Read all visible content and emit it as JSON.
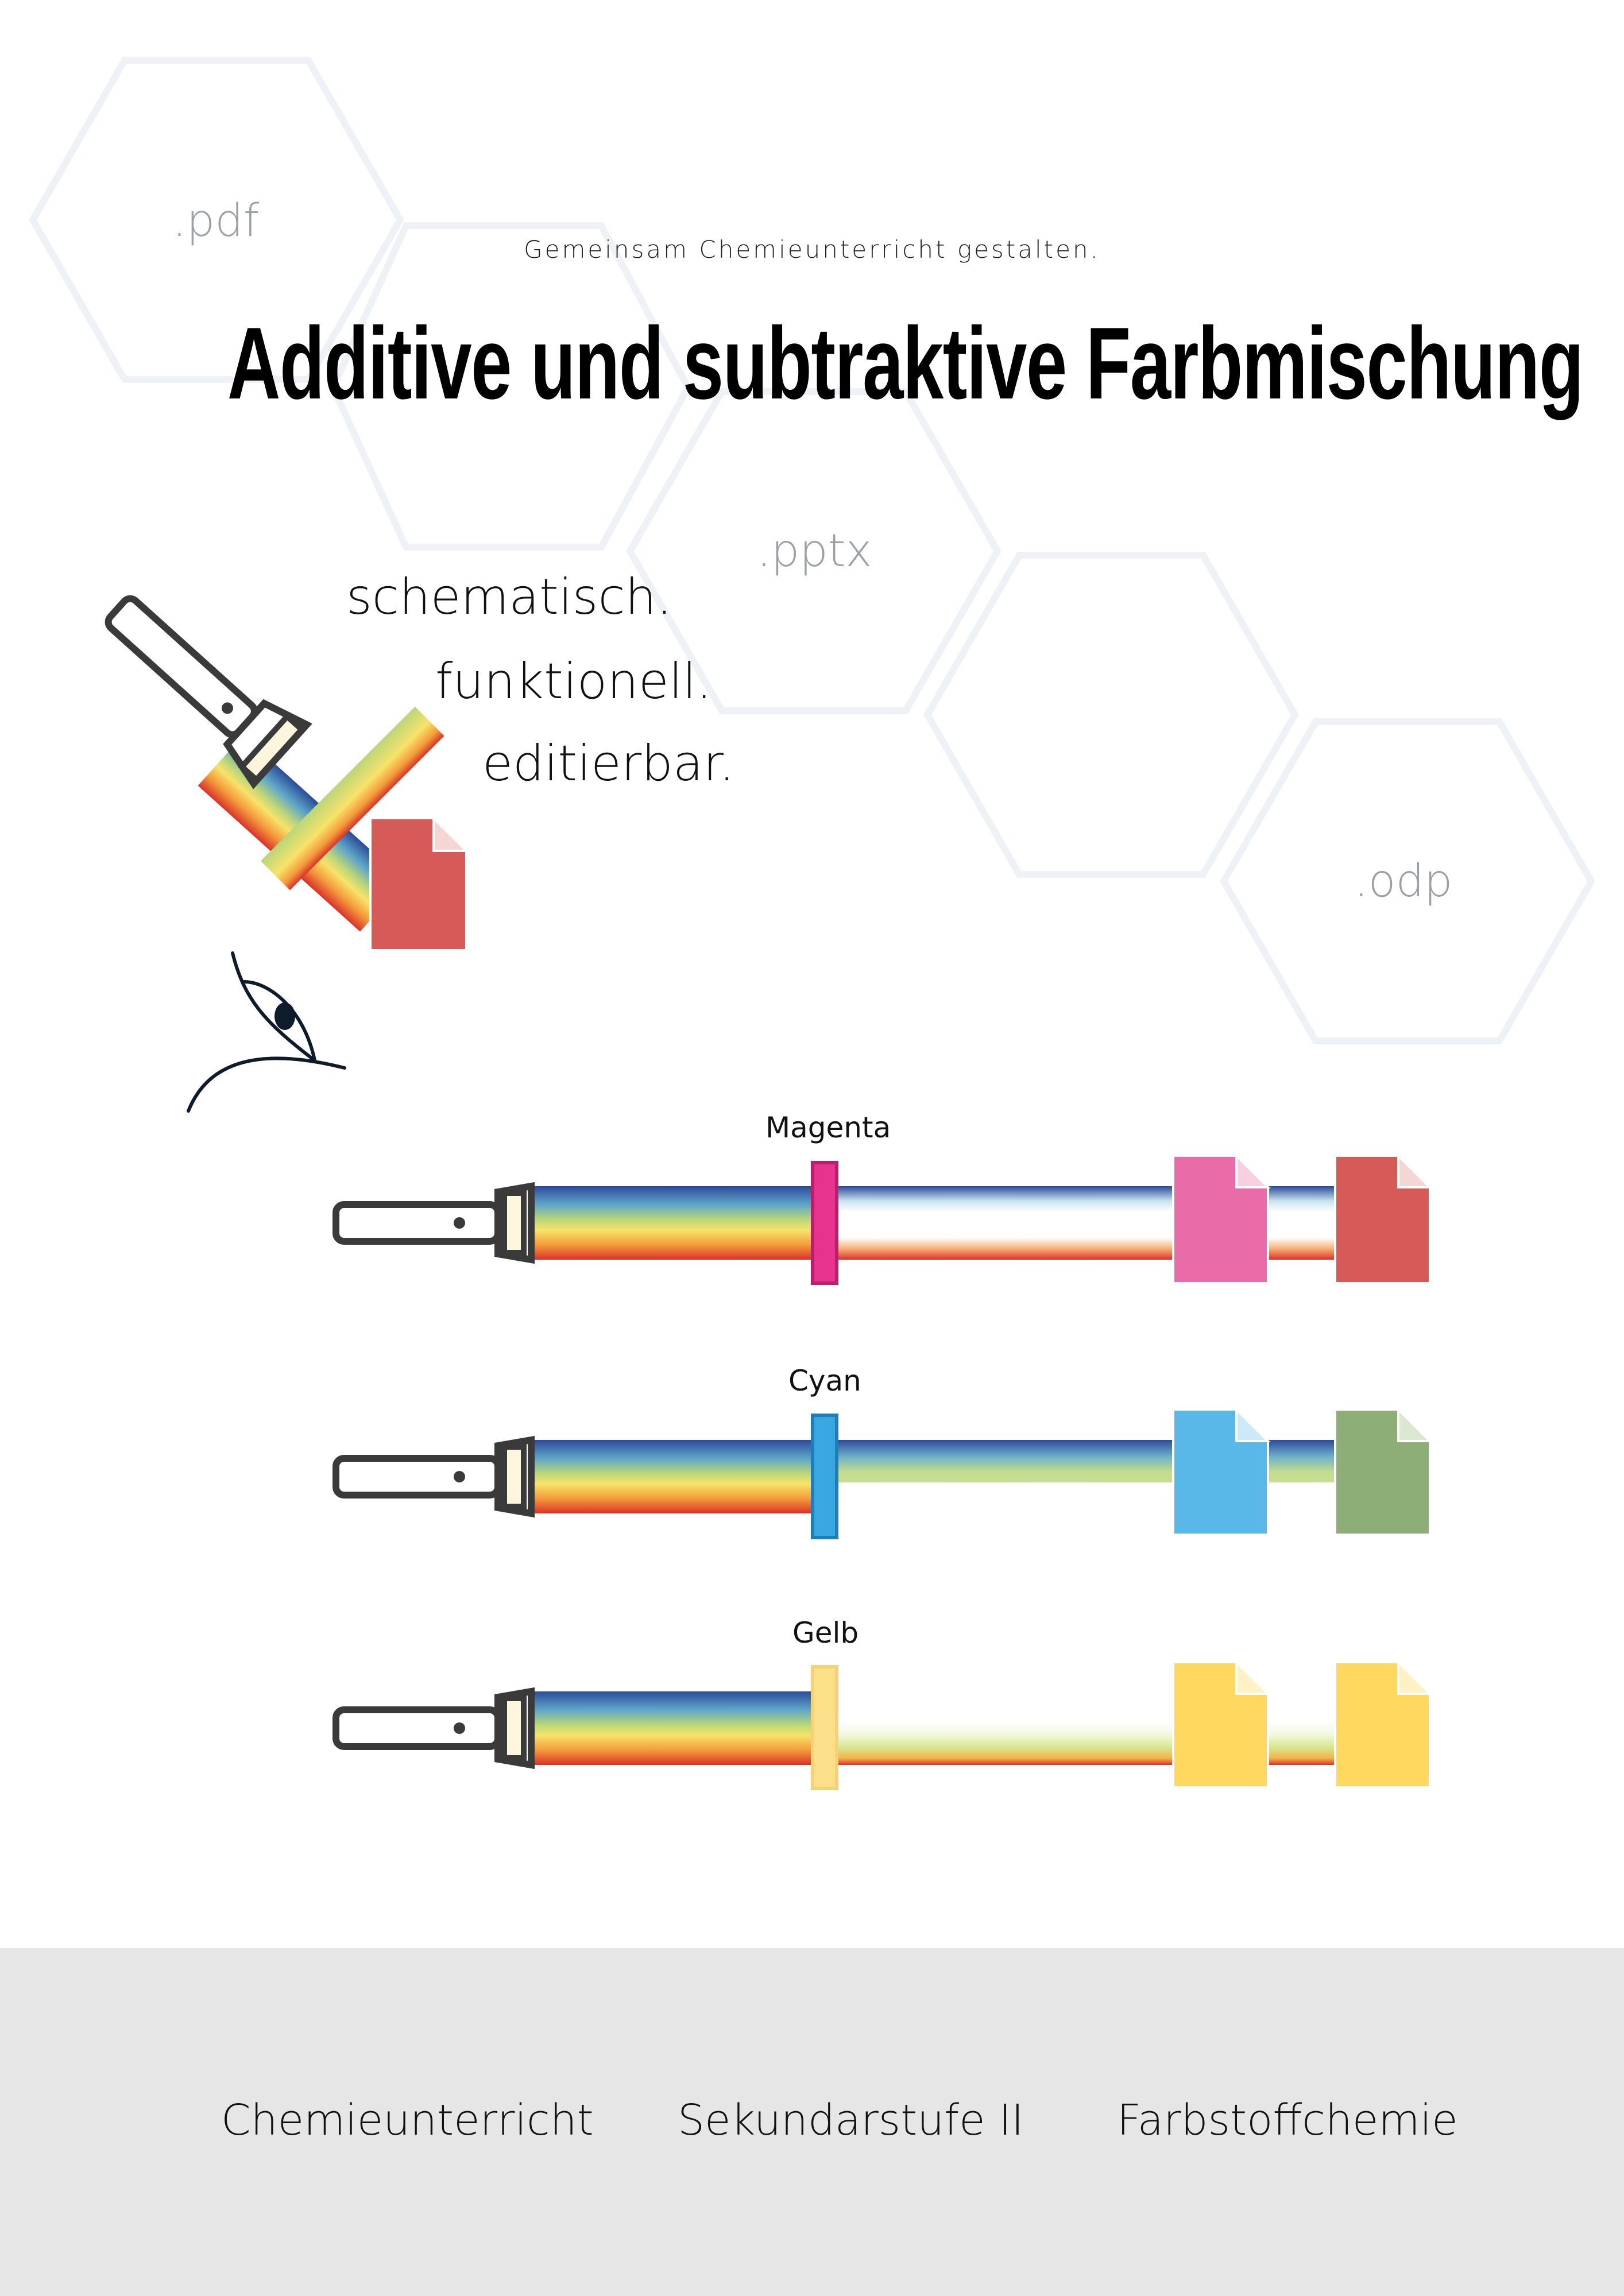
{
  "header": {
    "tagline": "Gemeinsam Chemieunterricht gestalten.",
    "title": "Additive und subtraktive Farbmischung"
  },
  "formats": [
    ".pdf",
    ".pptx",
    ".odp"
  ],
  "slogan": [
    "schematisch.",
    "funktionell.",
    "editierbar."
  ],
  "filters": [
    {
      "label": "Magenta",
      "filter_color": "#e6338e",
      "object_color": "#e96ca8",
      "result_color": "#d65a58"
    },
    {
      "label": "Cyan",
      "filter_color": "#3aa7e0",
      "object_color": "#5ab8e8",
      "result_color": "#8eae78"
    },
    {
      "label": "Gelb",
      "filter_color": "#fde08a",
      "object_color": "#ffd95f",
      "result_color": "#ffd95f"
    }
  ],
  "footer": {
    "items": [
      "Chemieunterricht",
      "Sekundarstufe II",
      "Farbstoffchemie"
    ],
    "background": "#e6e6e7"
  },
  "colors": {
    "hexagon_stroke": "#eef1f6",
    "red_paper": "#d65a58",
    "holder_fill": "#fdf6dc",
    "outline": "#3a3a3a"
  }
}
